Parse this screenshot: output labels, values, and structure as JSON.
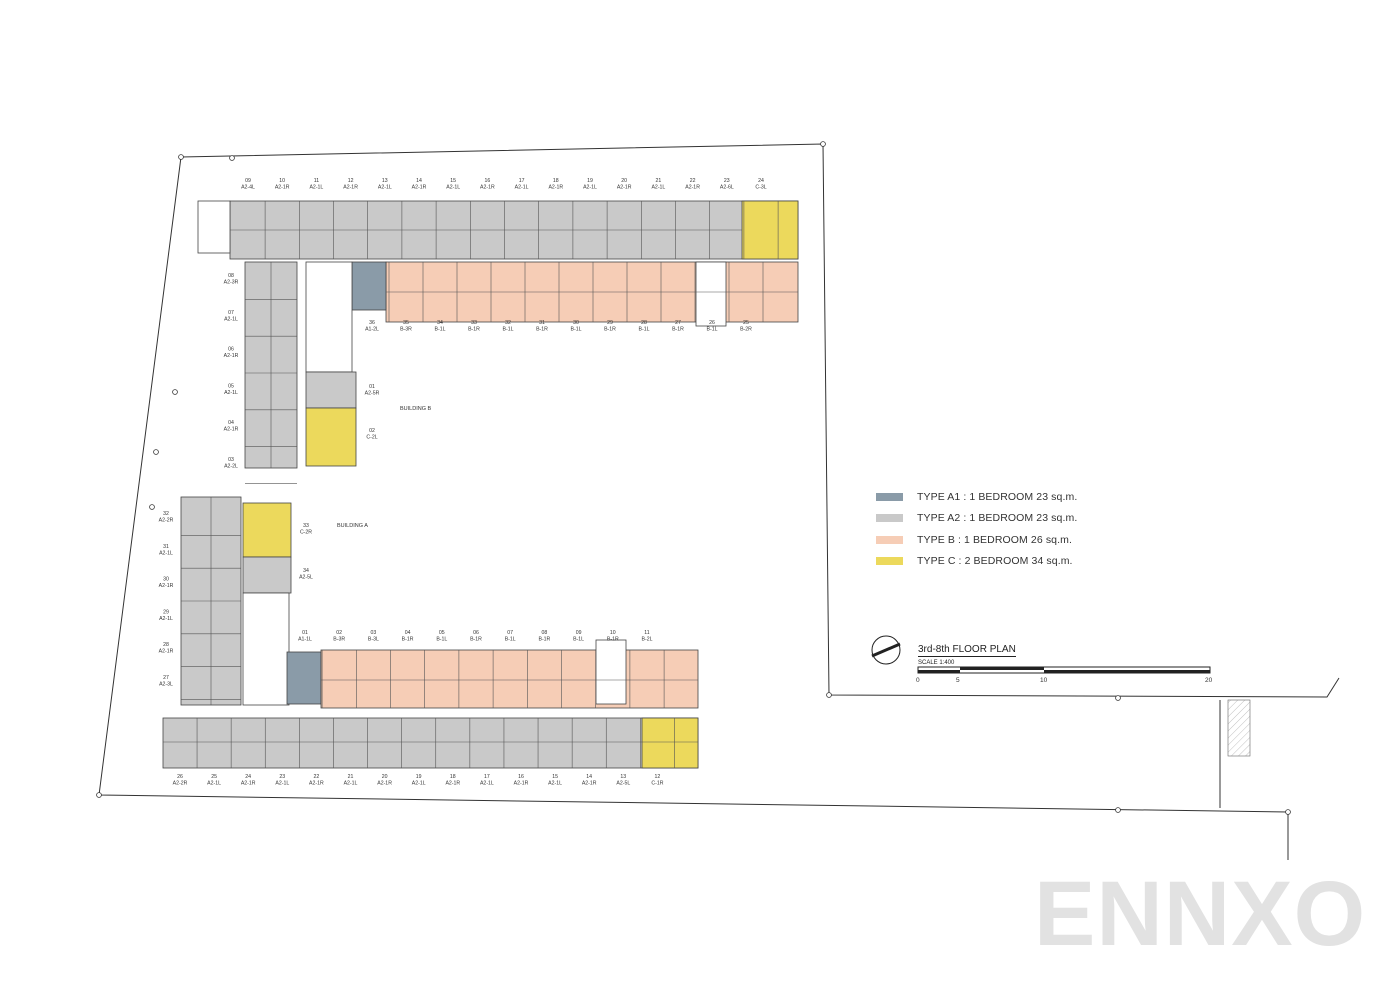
{
  "colors": {
    "type_a1": "#8a9ba8",
    "type_a2": "#c9c9c9",
    "type_b": "#f6cdb6",
    "type_c": "#ecd95c",
    "line": "#333333",
    "watermark": "#e2e2e2"
  },
  "legend": [
    {
      "key": "type_a1",
      "label": "TYPE A1 : 1 BEDROOM 23 sq.m."
    },
    {
      "key": "type_a2",
      "label": "TYPE A2 : 1 BEDROOM 23 sq.m."
    },
    {
      "key": "type_b",
      "label": "TYPE B : 1 BEDROOM 26 sq.m."
    },
    {
      "key": "type_c",
      "label": "TYPE C : 2 BEDROOM 34 sq.m."
    }
  ],
  "plan_title": "3rd-8th FLOOR PLAN",
  "plan_scale": "SCALE 1:400",
  "scale_ticks": [
    "0",
    "5",
    "10",
    "20"
  ],
  "building_labels": {
    "a": "BUILDING A",
    "b": "BUILDING B"
  },
  "watermark": "ENNXO",
  "building_b": {
    "top_row": [
      [
        "09",
        "A2-4L"
      ],
      [
        "10",
        "A2-1R"
      ],
      [
        "11",
        "A2-1L"
      ],
      [
        "12",
        "A2-1R"
      ],
      [
        "13",
        "A2-1L"
      ],
      [
        "14",
        "A2-1R"
      ],
      [
        "15",
        "A2-1L"
      ],
      [
        "16",
        "A2-1R"
      ],
      [
        "17",
        "A2-1L"
      ],
      [
        "18",
        "A2-1R"
      ],
      [
        "19",
        "A2-1L"
      ],
      [
        "20",
        "A2-1R"
      ],
      [
        "21",
        "A2-1L"
      ],
      [
        "22",
        "A2-1R"
      ],
      [
        "23",
        "A2-6L"
      ],
      [
        "24",
        "C-3L"
      ]
    ],
    "mid_row": [
      [
        "36",
        "A1-2L"
      ],
      [
        "35",
        "B-3R"
      ],
      [
        "34",
        "B-1L"
      ],
      [
        "33",
        "B-1R"
      ],
      [
        "32",
        "B-1L"
      ],
      [
        "31",
        "B-1R"
      ],
      [
        "30",
        "B-1L"
      ],
      [
        "29",
        "B-1R"
      ],
      [
        "28",
        "B-1L"
      ],
      [
        "27",
        "B-1R"
      ],
      [
        "26",
        "B-1L"
      ],
      [
        "25",
        "B-2R"
      ]
    ],
    "left_col": [
      [
        "08",
        "A2-3R"
      ],
      [
        "07",
        "A2-1L"
      ],
      [
        "06",
        "A2-1R"
      ],
      [
        "05",
        "A2-1L"
      ],
      [
        "04",
        "A2-1R"
      ],
      [
        "03",
        "A2-2L"
      ]
    ],
    "core_units": [
      [
        "01",
        "A2-5R"
      ],
      [
        "02",
        "C-2L"
      ]
    ]
  },
  "building_a": {
    "left_col": [
      [
        "32",
        "A2-2R"
      ],
      [
        "31",
        "A2-1L"
      ],
      [
        "30",
        "A2-1R"
      ],
      [
        "29",
        "A2-1L"
      ],
      [
        "28",
        "A2-1R"
      ],
      [
        "27",
        "A2-3L"
      ]
    ],
    "core_units": [
      [
        "33",
        "C-2R"
      ],
      [
        "34",
        "A2-5L"
      ]
    ],
    "mid_row": [
      [
        "01",
        "A1-1L"
      ],
      [
        "02",
        "B-3R"
      ],
      [
        "03",
        "B-3L"
      ],
      [
        "04",
        "B-1R"
      ],
      [
        "05",
        "B-1L"
      ],
      [
        "06",
        "B-1R"
      ],
      [
        "07",
        "B-1L"
      ],
      [
        "08",
        "B-1R"
      ],
      [
        "09",
        "B-1L"
      ],
      [
        "10",
        "B-1R"
      ],
      [
        "11",
        "B-2L"
      ]
    ],
    "bottom_row": [
      [
        "26",
        "A2-2R"
      ],
      [
        "25",
        "A2-1L"
      ],
      [
        "24",
        "A2-1R"
      ],
      [
        "23",
        "A2-1L"
      ],
      [
        "22",
        "A2-1R"
      ],
      [
        "21",
        "A2-1L"
      ],
      [
        "20",
        "A2-1R"
      ],
      [
        "19",
        "A2-1L"
      ],
      [
        "18",
        "A2-1R"
      ],
      [
        "17",
        "A2-1L"
      ],
      [
        "16",
        "A2-1R"
      ],
      [
        "15",
        "A2-1L"
      ],
      [
        "14",
        "A2-1R"
      ],
      [
        "13",
        "A2-5L"
      ],
      [
        "12",
        "C-1R"
      ]
    ]
  }
}
